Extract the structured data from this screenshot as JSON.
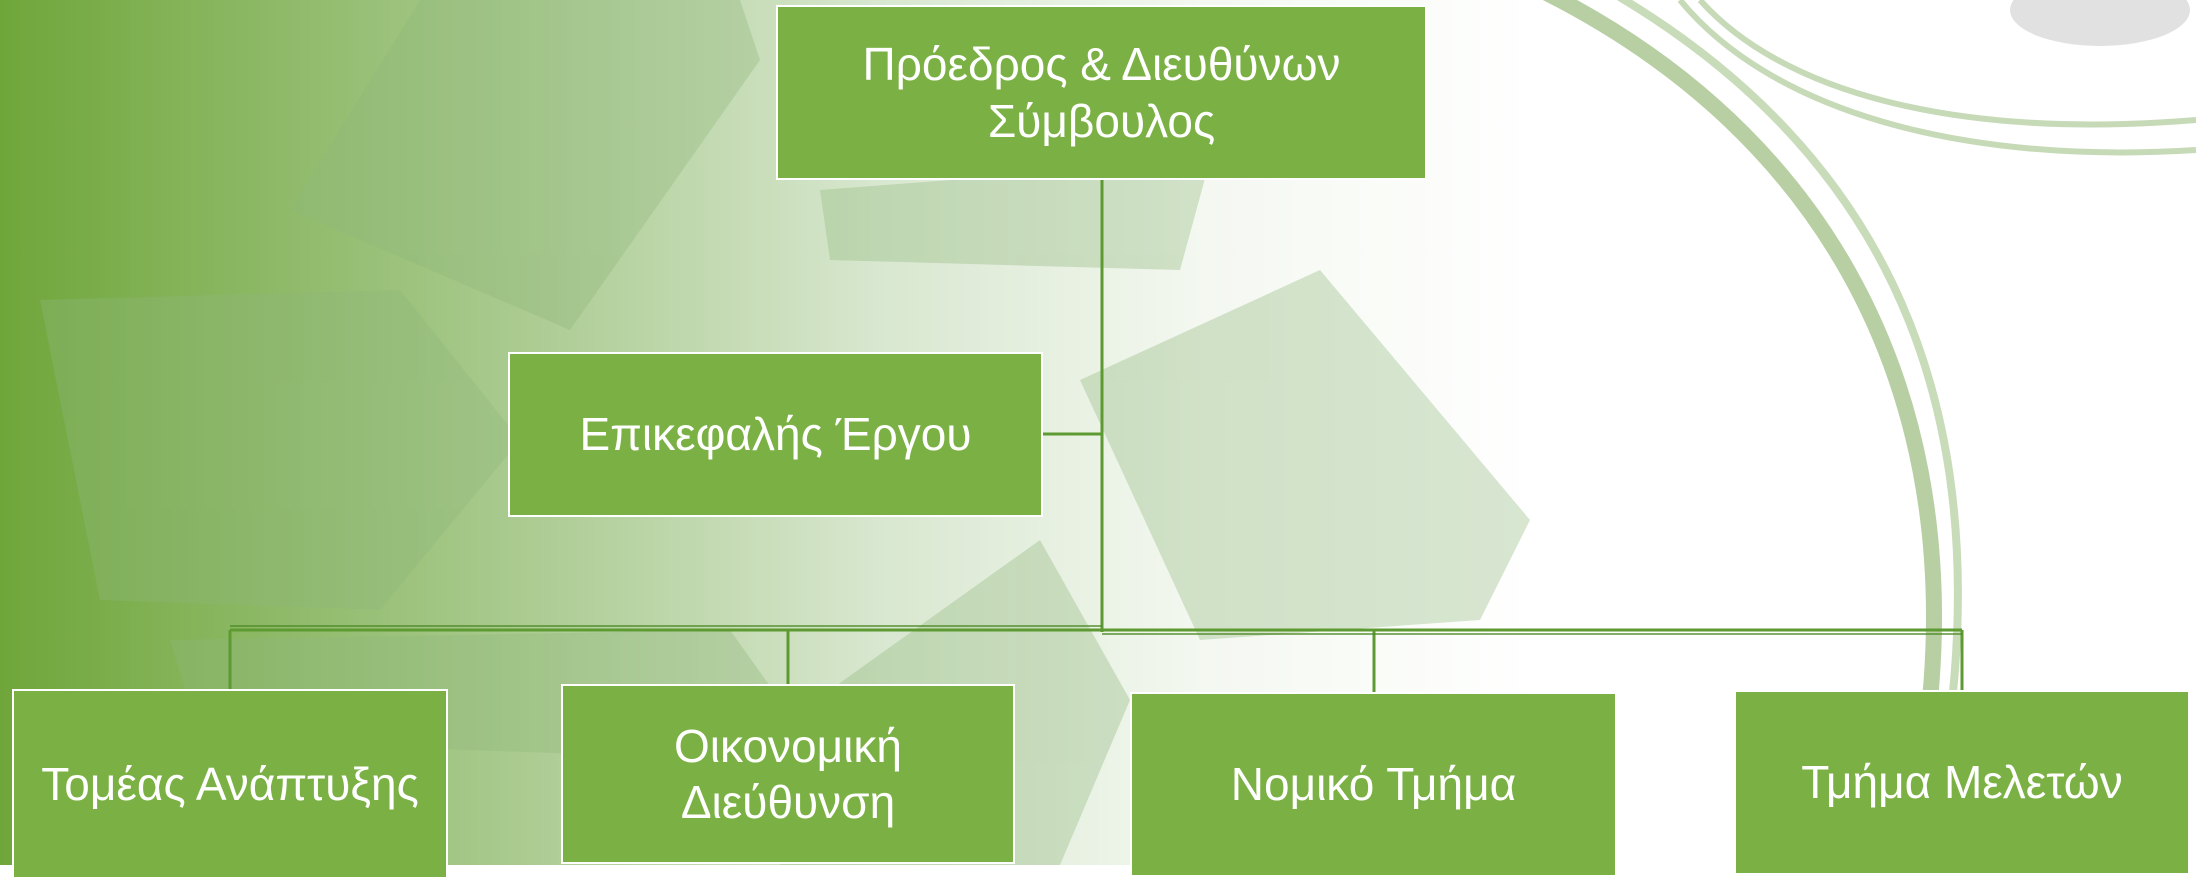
{
  "colors": {
    "node_fill": "#7bb144",
    "node_border": "#ffffff",
    "connector": "#5e9a32",
    "background_gradient_left": "#6fa43a",
    "background_right": "#ffffff"
  },
  "org_chart": {
    "root": {
      "label": "Πρόεδρος & Διευθύνων\nΣύμβουλος"
    },
    "assistant": {
      "label": "Επικεφαλής Έργου"
    },
    "departments": [
      {
        "label": "Τομέας Ανάπτυξης"
      },
      {
        "label": "Οικονομική\nΔιεύθυνση"
      },
      {
        "label": "Νομικό Τμήμα"
      },
      {
        "label": "Τμήμα Μελετών"
      }
    ]
  }
}
